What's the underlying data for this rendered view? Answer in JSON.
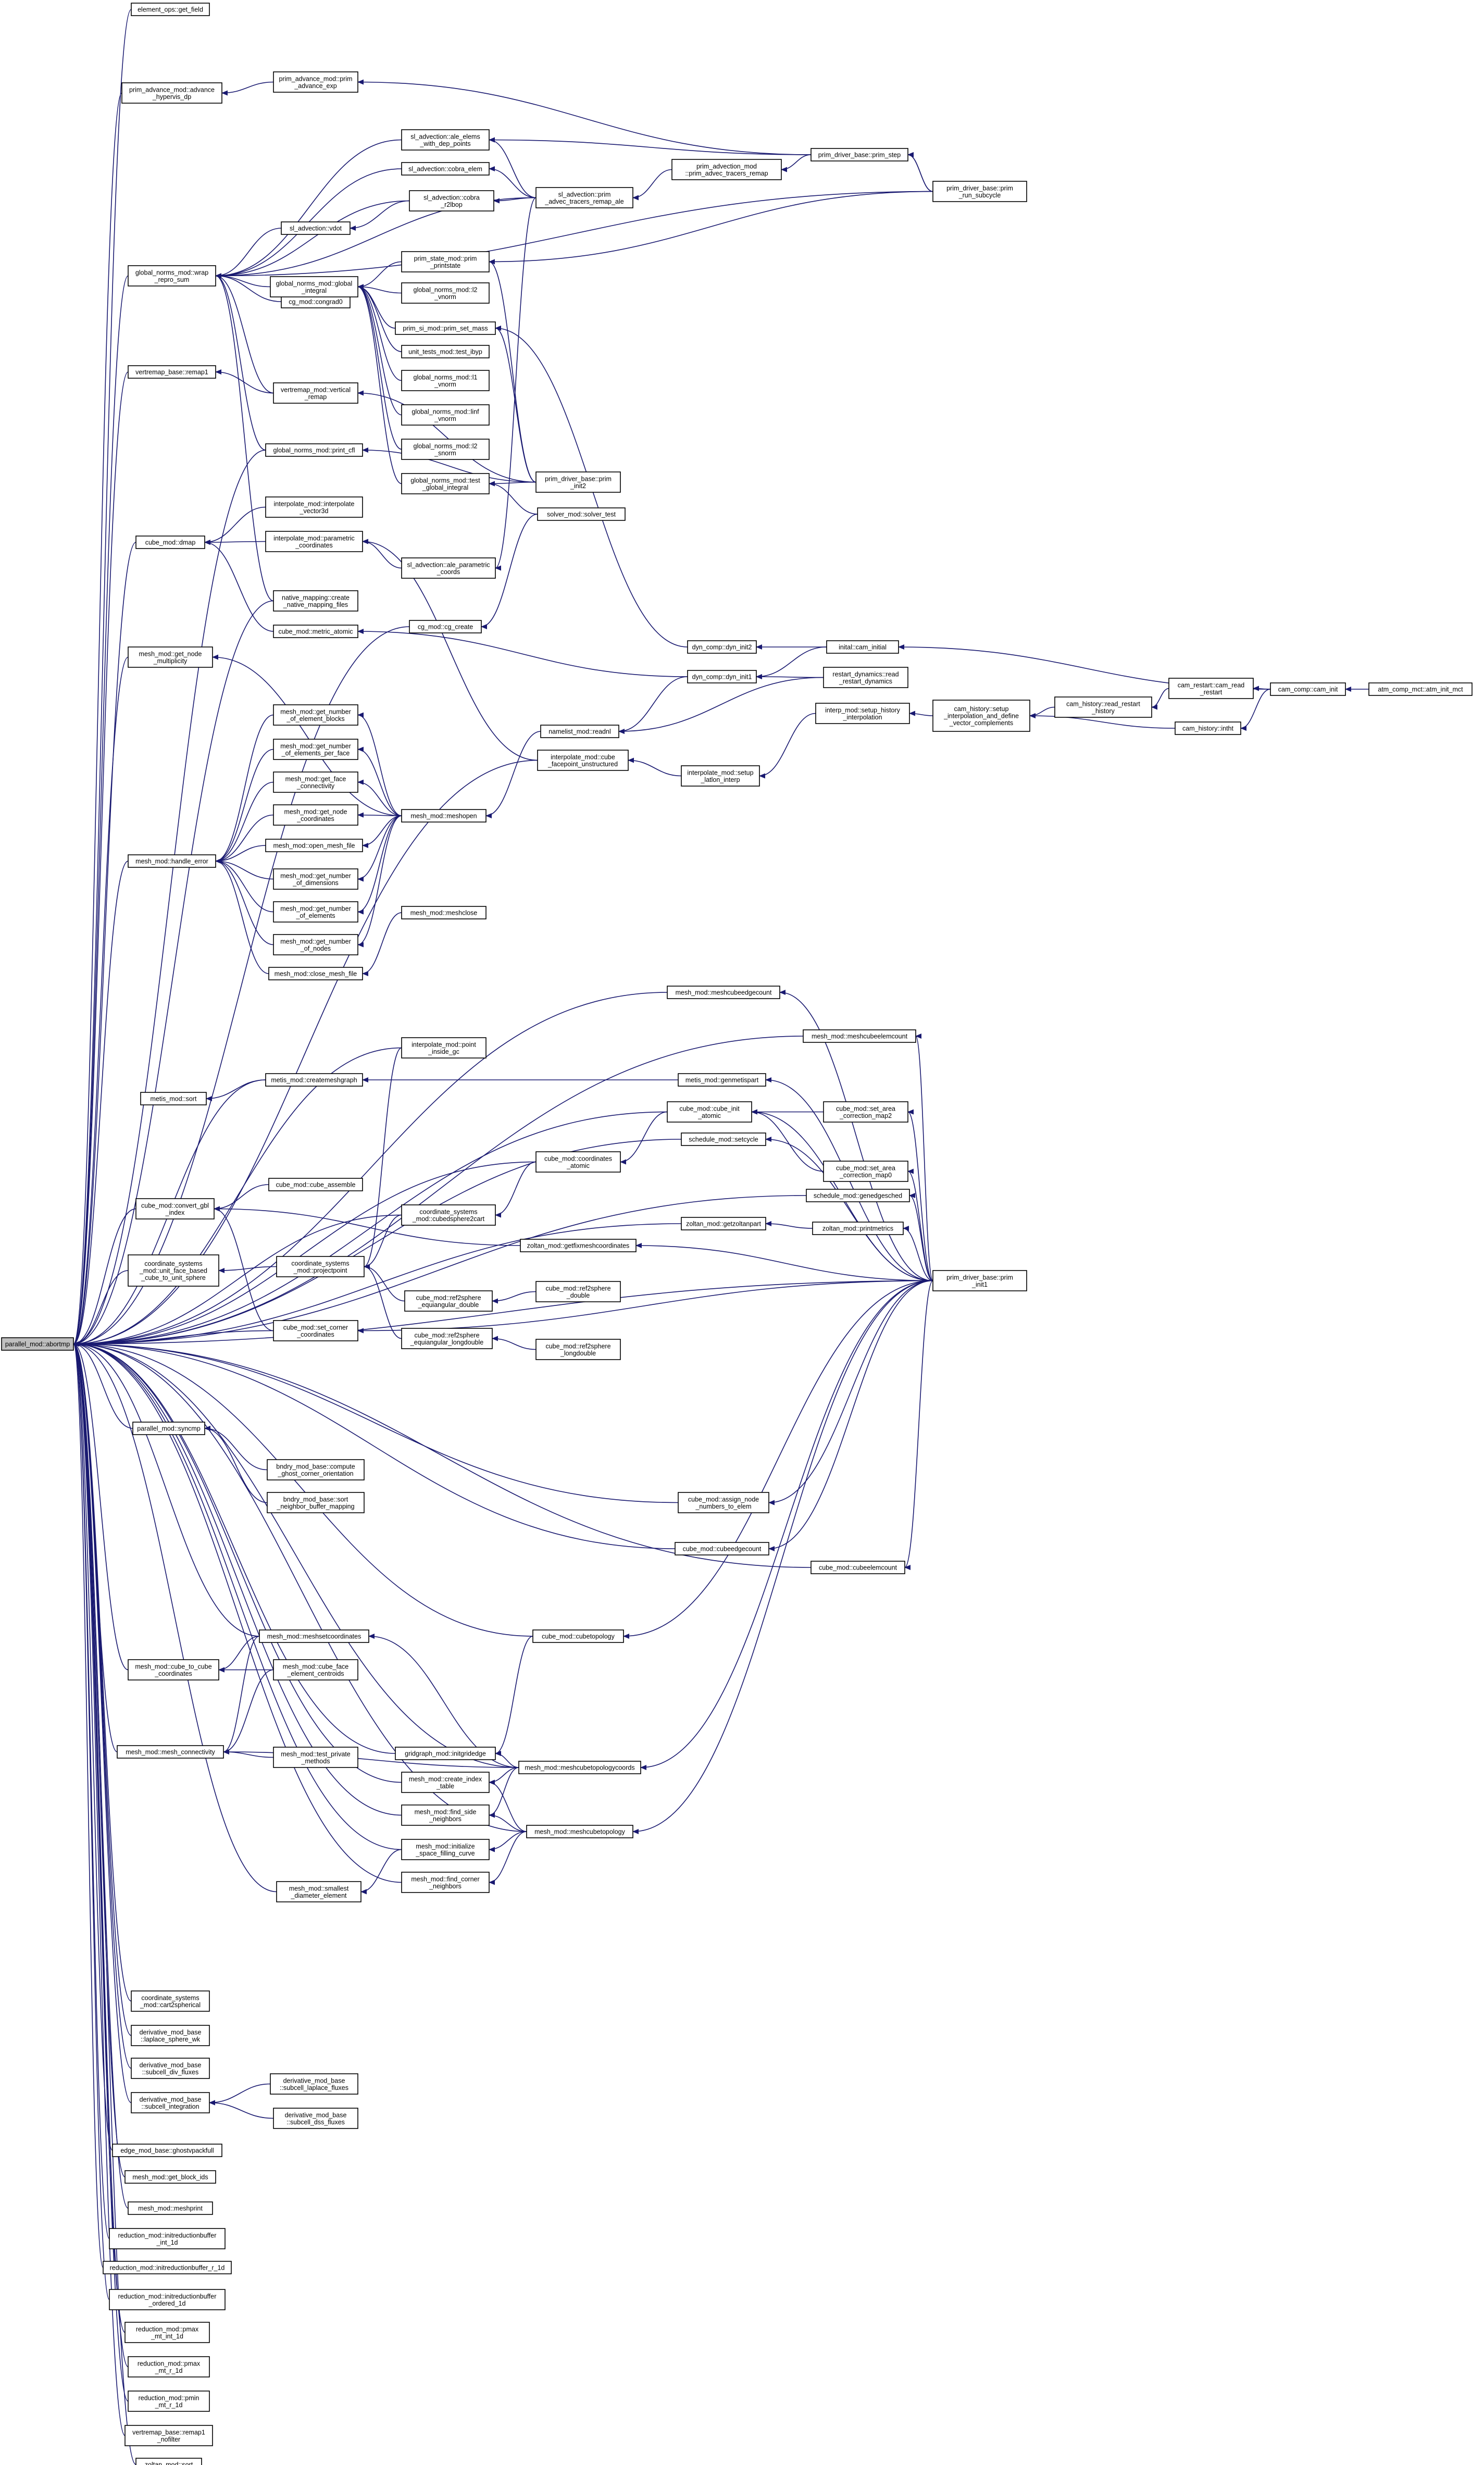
{
  "colors": {
    "edge": "#191970",
    "node_border": "#000000",
    "highlight": "#bfbfbf",
    "background": "#ffffff"
  },
  "nodes": {
    "n0": [
      "parallel_mod::abortmp"
    ],
    "n1": [
      "element_ops::get_field"
    ],
    "n2": [
      "prim_advance_mod::advance",
      "_hypervis_dp"
    ],
    "n3": [
      "prim_advance_mod::prim",
      "_advance_exp"
    ],
    "n4": [
      "prim_driver_base::prim_step"
    ],
    "n5": [
      "prim_driver_base::prim",
      "_run_subcycle"
    ],
    "n6": [
      "sl_advection::ale_elems",
      "_with_dep_points"
    ],
    "n7": [
      "sl_advection::cobra_elem"
    ],
    "n8": [
      "sl_advection::cobra",
      "_r2lbop"
    ],
    "n9": [
      "sl_advection::vdot"
    ],
    "n10": [
      "sl_advection::prim",
      "_advec_tracers_remap_ale"
    ],
    "n11": [
      "prim_advection_mod",
      "::prim_advec_tracers_remap"
    ],
    "n12": [
      "prim_state_mod::prim",
      "_printstate"
    ],
    "n13": [
      "cg_mod::congrad0"
    ],
    "n14": [
      "global_norms_mod::l2",
      "_vnorm"
    ],
    "n15": [
      "global_norms_mod::wrap",
      "_repro_sum"
    ],
    "n16": [
      "global_norms_mod::global",
      "_integral"
    ],
    "n17": [
      "prim_si_mod::prim_set_mass"
    ],
    "n18": [
      "unit_tests_mod::test_ibyp"
    ],
    "n19": [
      "global_norms_mod::l1",
      "_vnorm"
    ],
    "n20": [
      "vertremap_base::remap1"
    ],
    "n21": [
      "vertremap_mod::vertical",
      "_remap"
    ],
    "n22": [
      "global_norms_mod::linf",
      "_vnorm"
    ],
    "n23": [
      "global_norms_mod::l2",
      "_snorm"
    ],
    "n24": [
      "global_norms_mod::print_cfl"
    ],
    "n25": [
      "global_norms_mod::test",
      "_global_integral"
    ],
    "n26": [
      "prim_driver_base::prim",
      "_init2"
    ],
    "n27": [
      "solver_mod::solver_test"
    ],
    "n28": [
      "interpolate_mod::interpolate",
      "_vector3d"
    ],
    "n29": [
      "cube_mod::dmap"
    ],
    "n30": [
      "interpolate_mod::parametric",
      "_coordinates"
    ],
    "n31": [
      "sl_advection::ale_parametric",
      "_coords"
    ],
    "n32": [
      "cg_mod::cg_create"
    ],
    "n33": [
      "native_mapping::create",
      "_native_mapping_files"
    ],
    "n34": [
      "cube_mod::metric_atomic"
    ],
    "n35": [
      "mesh_mod::get_node",
      "_multiplicity"
    ],
    "n36": [
      "dyn_comp::dyn_init2"
    ],
    "n37": [
      "dyn_comp::dyn_init1"
    ],
    "n38": [
      "inital::cam_initial"
    ],
    "n39": [
      "restart_dynamics::read",
      "_restart_dynamics"
    ],
    "n40": [
      "cam_comp::cam_init"
    ],
    "n41": [
      "atm_comp_mct::atm_init_mct"
    ],
    "n42": [
      "cam_restart::cam_read",
      "_restart"
    ],
    "n43": [
      "cam_history::read_restart",
      "_history"
    ],
    "n44": [
      "cam_history::intht"
    ],
    "n45": [
      "cam_history::setup",
      "_interpolation_and_define",
      "_vector_complements"
    ],
    "n46": [
      "interp_mod::setup_history",
      "_interpolation"
    ],
    "n47": [
      "namelist_mod::readnl"
    ],
    "n48": [
      "interpolate_mod::cube",
      "_facepoint_unstructured"
    ],
    "n49": [
      "interpolate_mod::setup",
      "_latlon_interp"
    ],
    "n50": [
      "mesh_mod::get_number",
      "_of_element_blocks"
    ],
    "n51": [
      "mesh_mod::get_number",
      "_of_elements_per_face"
    ],
    "n52": [
      "mesh_mod::get_face",
      "_connectivity"
    ],
    "n53": [
      "mesh_mod::get_node",
      "_coordinates"
    ],
    "n54": [
      "mesh_mod::meshopen"
    ],
    "n55": [
      "mesh_mod::open_mesh_file"
    ],
    "n56": [
      "mesh_mod::handle_error"
    ],
    "n57": [
      "mesh_mod::get_number",
      "_of_dimensions"
    ],
    "n58": [
      "mesh_mod::get_number",
      "_of_elements"
    ],
    "n59": [
      "mesh_mod::meshclose"
    ],
    "n60": [
      "mesh_mod::get_number",
      "_of_nodes"
    ],
    "n61": [
      "mesh_mod::close_mesh_file"
    ],
    "n62": [
      "mesh_mod::meshcubeedgecount"
    ],
    "n63": [
      "mesh_mod::meshcubeelemcount"
    ],
    "n64": [
      "interpolate_mod::point",
      "_inside_gc"
    ],
    "n65": [
      "metis_mod::sort"
    ],
    "n66": [
      "metis_mod::createmeshgraph"
    ],
    "n67": [
      "metis_mod::genmetispart"
    ],
    "n68": [
      "cube_mod::cube_init",
      "_atomic"
    ],
    "n69": [
      "cube_mod::set_area",
      "_correction_map2"
    ],
    "n70": [
      "schedule_mod::setcycle"
    ],
    "n71": [
      "cube_mod::coordinates",
      "_atomic"
    ],
    "n72": [
      "cube_mod::set_area",
      "_correction_map0"
    ],
    "n73": [
      "schedule_mod::genedgesched"
    ],
    "n74": [
      "cube_mod::convert_gbl",
      "_index"
    ],
    "n75": [
      "cube_mod::cube_assemble"
    ],
    "n76": [
      "zoltan_mod::getzoltanpart"
    ],
    "n77": [
      "zoltan_mod::printmetrics"
    ],
    "n78": [
      "coordinate_systems",
      "_mod::cubedsphere2cart"
    ],
    "n79": [
      "zoltan_mod::getfixmeshcoordinates"
    ],
    "n80": [
      "coordinate_systems",
      "_mod::unit_face_based",
      "_cube_to_unit_sphere"
    ],
    "n81": [
      "coordinate_systems",
      "_mod::projectpoint"
    ],
    "n82": [
      "prim_driver_base::prim",
      "_init1"
    ],
    "n83": [
      "cube_mod::ref2sphere",
      "_equiangular_double"
    ],
    "n84": [
      "cube_mod::ref2sphere",
      "_double"
    ],
    "n85": [
      "cube_mod::set_corner",
      "_coordinates"
    ],
    "n86": [
      "cube_mod::ref2sphere",
      "_equiangular_longdouble"
    ],
    "n87": [
      "cube_mod::ref2sphere",
      "_longdouble"
    ],
    "n88": [
      "parallel_mod::syncmp"
    ],
    "n89": [
      "bndry_mod_base::compute",
      "_ghost_corner_orientation"
    ],
    "n90": [
      "bndry_mod_base::sort",
      "_neighbor_buffer_mapping"
    ],
    "n91": [
      "cube_mod::assign_node",
      "_numbers_to_elem"
    ],
    "n92": [
      "cube_mod::cubeedgecount"
    ],
    "n93": [
      "cube_mod::cubeelemcount"
    ],
    "n94": [
      "mesh_mod::meshsetcoordinates"
    ],
    "n95": [
      "cube_mod::cubetopology"
    ],
    "n96": [
      "mesh_mod::cube_to_cube",
      "_coordinates"
    ],
    "n97": [
      "mesh_mod::cube_face",
      "_element_centroids"
    ],
    "n98": [
      "mesh_mod::mesh_connectivity"
    ],
    "n99": [
      "mesh_mod::test_private",
      "_methods"
    ],
    "n100": [
      "gridgraph_mod::initgridedge"
    ],
    "n101": [
      "mesh_mod::meshcubetopologycoords"
    ],
    "n102": [
      "mesh_mod::create_index",
      "_table"
    ],
    "n103": [
      "mesh_mod::find_side",
      "_neighbors"
    ],
    "n104": [
      "mesh_mod::meshcubetopology"
    ],
    "n105": [
      "mesh_mod::initialize",
      "_space_filling_curve"
    ],
    "n106": [
      "mesh_mod::smallest",
      "_diameter_element"
    ],
    "n107": [
      "mesh_mod::find_corner",
      "_neighbors"
    ],
    "n108": [
      "coordinate_systems",
      "_mod::cart2spherical"
    ],
    "n109": [
      "derivative_mod_base",
      "::laplace_sphere_wk"
    ],
    "n110": [
      "derivative_mod_base",
      "::subcell_div_fluxes"
    ],
    "n111": [
      "derivative_mod_base",
      "::subcell_integration"
    ],
    "n112": [
      "derivative_mod_base",
      "::subcell_laplace_fluxes"
    ],
    "n113": [
      "derivative_mod_base",
      "::subcell_dss_fluxes"
    ],
    "n114": [
      "edge_mod_base::ghostvpackfull"
    ],
    "n115": [
      "mesh_mod::get_block_ids"
    ],
    "n116": [
      "mesh_mod::meshprint"
    ],
    "n117": [
      "reduction_mod::initreductionbuffer",
      "_int_1d"
    ],
    "n118": [
      "reduction_mod::initreductionbuffer_r_1d"
    ],
    "n119": [
      "reduction_mod::initreductionbuffer",
      "_ordered_1d"
    ],
    "n120": [
      "reduction_mod::pmax",
      "_mt_int_1d"
    ],
    "n121": [
      "reduction_mod::pmax",
      "_mt_r_1d"
    ],
    "n122": [
      "reduction_mod::pmin",
      "_mt_r_1d"
    ],
    "n123": [
      "vertremap_base::remap1",
      "_nofilter"
    ],
    "n124": [
      "zoltan_mod::sort"
    ]
  }
}
